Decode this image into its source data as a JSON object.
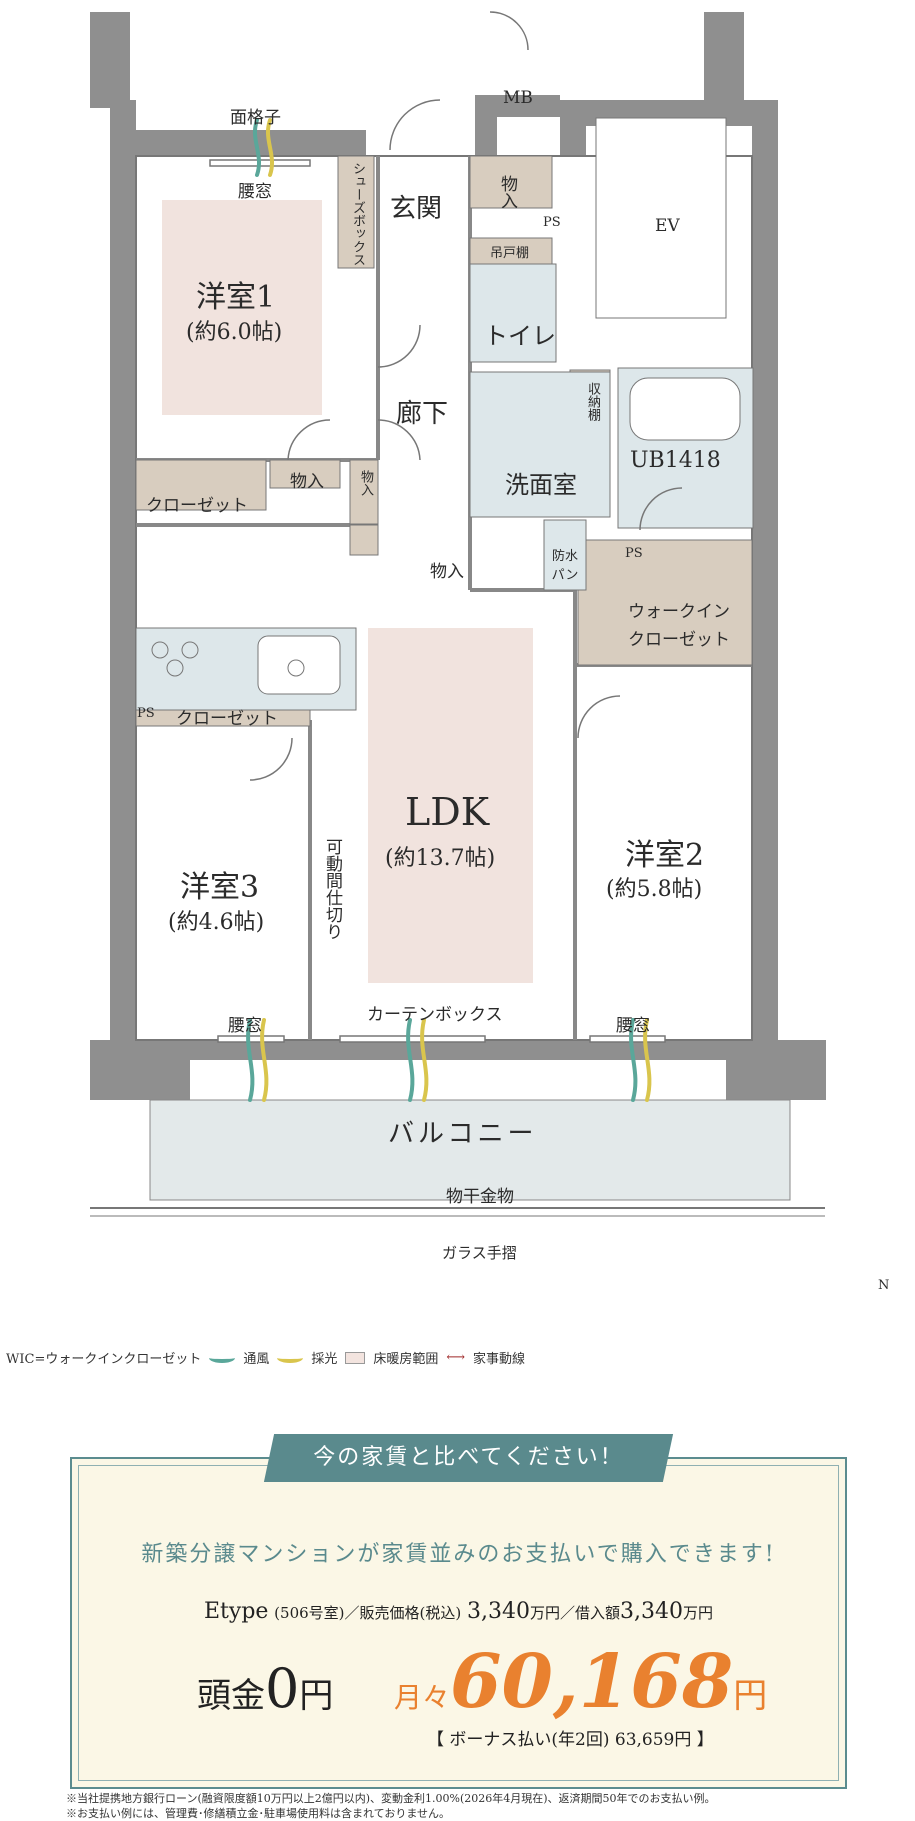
{
  "plan": {
    "mengoshi": "面格子",
    "koshimado_top": "腰窓",
    "mb": "MB",
    "shoes": "シューズボックス",
    "genkan": "玄関",
    "mono1": "物入",
    "ps1": "PS",
    "ev": "EV",
    "yoshitsu1_name": "洋室1",
    "yoshitsu1_size": "(約6.0帖)",
    "tsuritodana": "吊戸棚",
    "toilet": "トイレ",
    "roka": "廊下",
    "shuno": "収納棚",
    "senmen": "洗面室",
    "ub": "UB1418",
    "closet1": "クローゼット",
    "mono2": "物入",
    "mono3": "物入",
    "mono4": "物入",
    "bosui": "防水パン",
    "ps2": "PS",
    "wic": "ウォークインクローゼット",
    "ps3": "PS",
    "closet2": "クローゼット",
    "ldk_name": "LDK",
    "ldk_size": "(約13.7帖)",
    "yoshitsu2_name": "洋室2",
    "yoshitsu2_size": "(約5.8帖)",
    "yoshitsu3_name": "洋室3",
    "yoshitsu3_size": "(約4.6帖)",
    "kadou": "可動間仕切り",
    "curtain": "カーテンボックス",
    "koshimado_l": "腰窓",
    "koshimado_r": "腰窓",
    "balcony": "バルコニー",
    "monohoshi": "物干金物",
    "glass": "ガラス手摺",
    "north": "N"
  },
  "legend": {
    "wic": "WIC=ウォークインクローゼット",
    "tsufu": "通風",
    "saiko": "採光",
    "yuka": "床暖房範囲",
    "kaji": "家事動線",
    "colors": {
      "tsufu": "#5aa79a",
      "saiko": "#d9c54d",
      "yuka": "#f3e4df",
      "kaji": "#a02a2a"
    }
  },
  "promo": {
    "banner": "今の家賃と比べてください！",
    "headline": "新築分譲マンションが家賃並みのお支払いで購入できます!",
    "type": "Etype",
    "room": "(506号室)",
    "price_label": "／販売価格(税込)",
    "price": "3,340",
    "man_yen": "万円",
    "loan_label": "／借入額",
    "loan": "3,340",
    "man_yen2": "万円",
    "down_label": "頭金",
    "down_value": "0",
    "yen": "円",
    "monthly_label": "月々",
    "monthly_value": "60,168",
    "yen2": "円",
    "bonus": "【 ボーナス払い(年2回) 63,659円 】"
  },
  "notes": [
    "※当社提携地方銀行ローン(融資限度額10万円以上2億円以内)、変動金利1.00%(2026年4月現在)、返済期間50年でのお支払い例。",
    "※お支払い例には、管理費･修繕積立金･駐車場使用料は含まれておりません。"
  ]
}
